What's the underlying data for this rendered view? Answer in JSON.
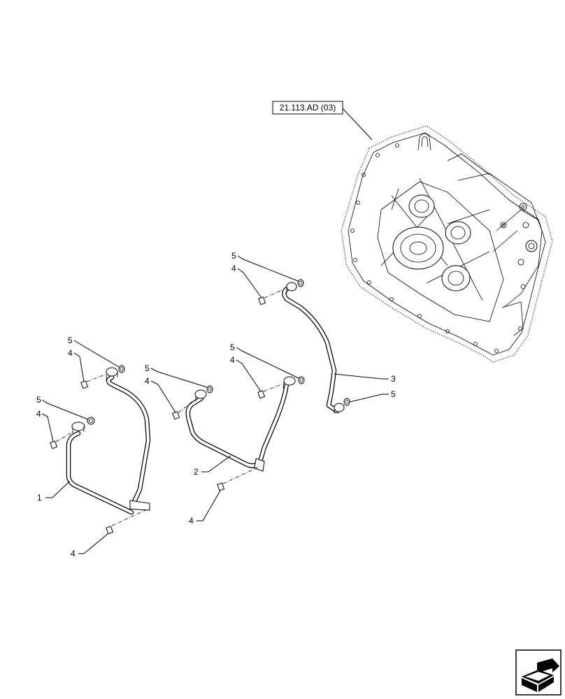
{
  "reference": {
    "label": "21.113.AD (03)"
  },
  "callouts": {
    "pipe_1": "1",
    "pipe_2": "2",
    "pipe_3": "3",
    "screw_a": "4",
    "screw_b": "4",
    "screw_c": "4",
    "screw_d": "4",
    "screw_e": "4",
    "screw_f": "4",
    "screw_g": "4",
    "washer_a": "5",
    "washer_b": "5",
    "washer_c": "5",
    "washer_d": "5",
    "washer_e": "5",
    "washer_f": "5"
  },
  "icons": {
    "navigation": "next-page-arrow-icon"
  }
}
